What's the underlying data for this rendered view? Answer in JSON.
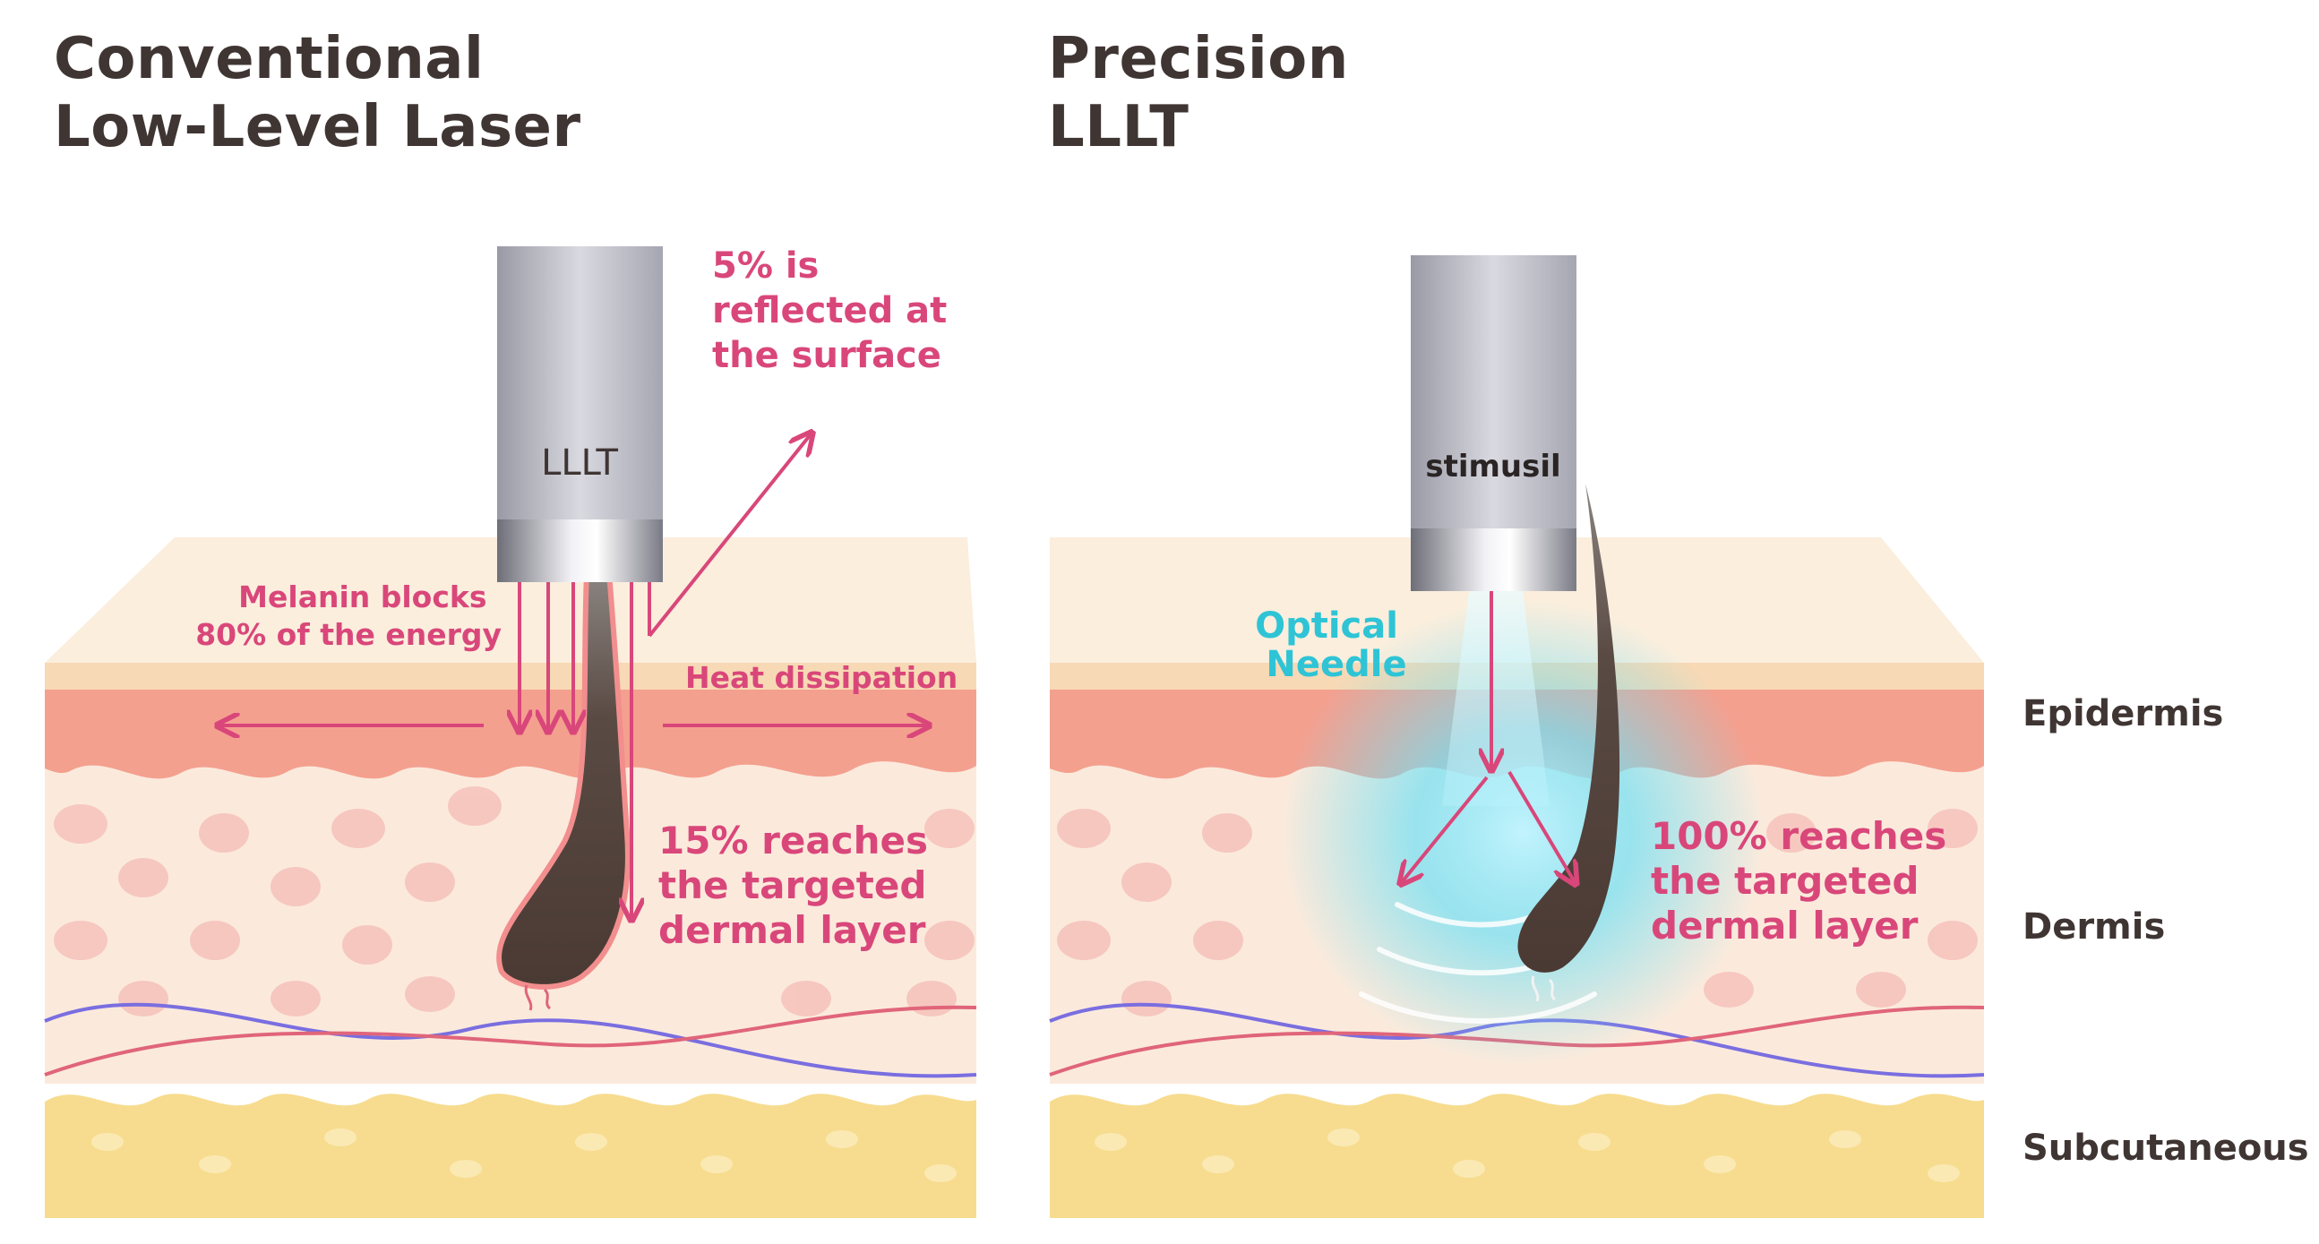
{
  "left_panel": {
    "title_line1": "Conventional",
    "title_line2": "Low-Level Laser",
    "device_label": "LLLT",
    "reflected_line1": "5% is",
    "reflected_line2": "reflected at",
    "reflected_line3": "the surface",
    "melanin_line1": "Melanin blocks",
    "melanin_line2": "80% of the energy",
    "heat_label": "Heat dissipation",
    "reach_line1": "15% reaches",
    "reach_line2": "the targeted",
    "reach_line3": "dermal layer"
  },
  "right_panel": {
    "title_line1": "Precision",
    "title_line2": "LLLT",
    "device_label": "stimusil",
    "needle_line1": "Optical",
    "needle_line2": "Needle",
    "reach_line1": "100% reaches",
    "reach_line2": "the targeted",
    "reach_line3": "dermal layer"
  },
  "layers": {
    "epidermis": "Epidermis",
    "dermis": "Dermis",
    "subcutaneous": "Subcutaneous"
  },
  "colors": {
    "accent_pink": "#d9477a",
    "optical_cyan": "#2ec4d6",
    "title_text": "#3f3533",
    "epidermis": "#f4a08f",
    "dermis": "#fbeee0",
    "subcutaneous": "#f7dc8f"
  }
}
